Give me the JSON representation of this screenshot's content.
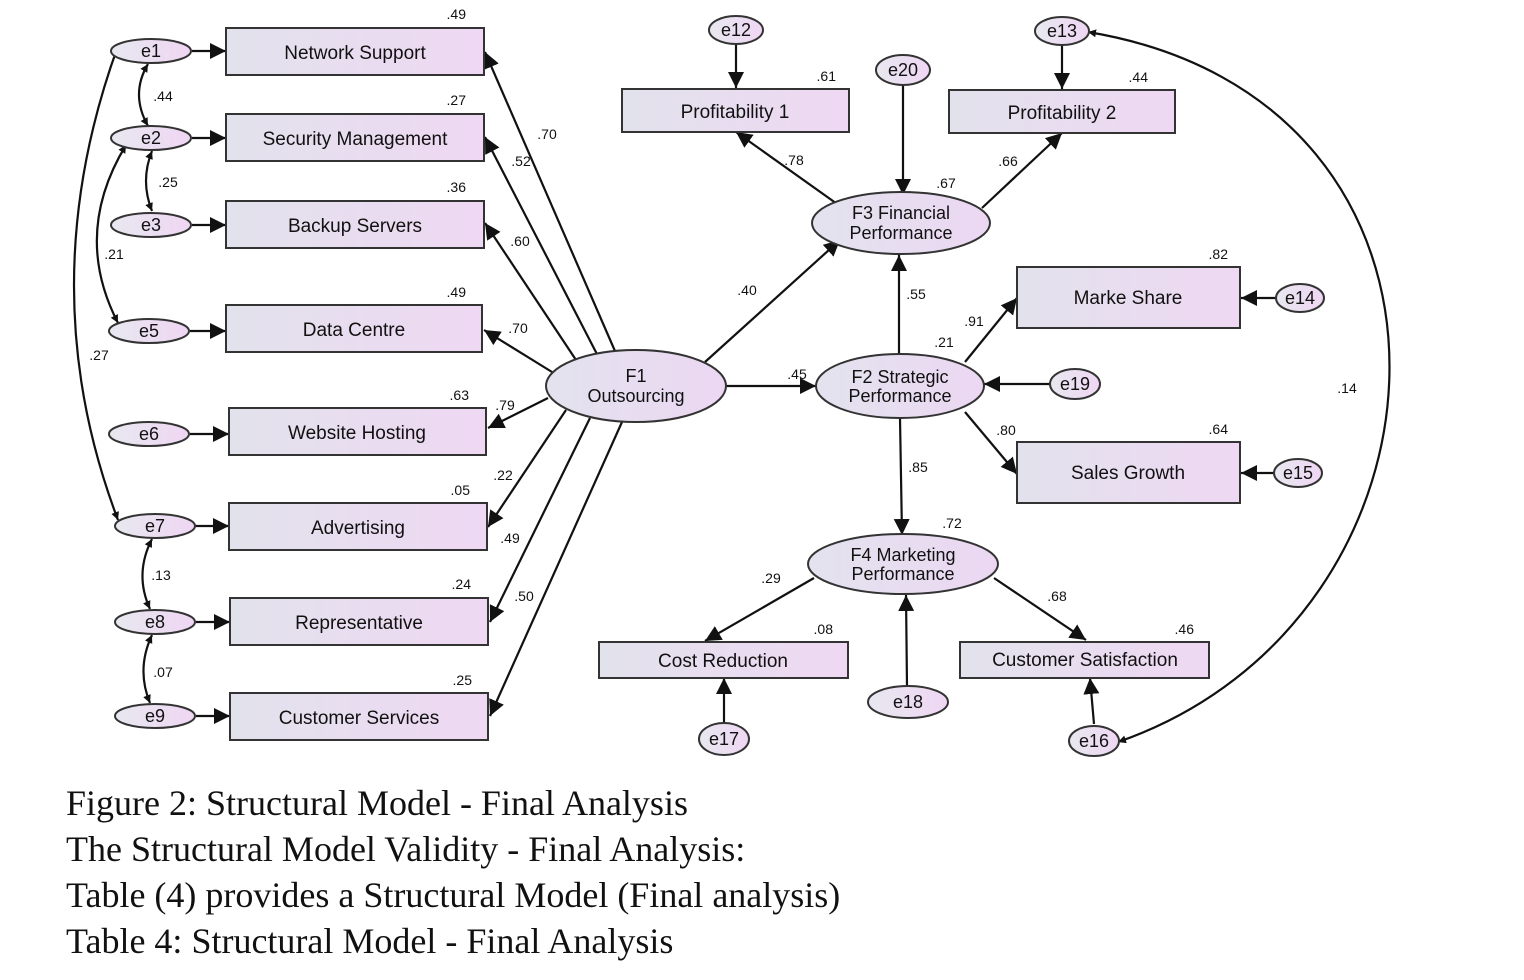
{
  "observed": {
    "network_support": {
      "label": "Network Support",
      "r2": ".49"
    },
    "security_management": {
      "label": "Security Management",
      "r2": ".27"
    },
    "backup_servers": {
      "label": "Backup Servers",
      "r2": ".36"
    },
    "data_centre": {
      "label": "Data Centre",
      "r2": ".49"
    },
    "website_hosting": {
      "label": "Website Hosting",
      "r2": ".63"
    },
    "advertising": {
      "label": "Advertising",
      "r2": ".05"
    },
    "representative": {
      "label": "Representative",
      "r2": ".24"
    },
    "customer_services": {
      "label": "Customer Services",
      "r2": ".25"
    },
    "profitability_1": {
      "label": "Profitability 1",
      "r2": ".61"
    },
    "profitability_2": {
      "label": "Profitability 2",
      "r2": ".44"
    },
    "marke_share": {
      "label": "Marke Share",
      "r2": ".82"
    },
    "sales_growth": {
      "label": "Sales Growth",
      "r2": ".64"
    },
    "cost_reduction": {
      "label": "Cost Reduction",
      "r2": ".08"
    },
    "customer_satisfaction": {
      "label": "Customer Satisfaction",
      "r2": ".46"
    }
  },
  "latent": {
    "f1": {
      "line1": "F1",
      "line2": "Outsourcing"
    },
    "f2": {
      "line1": "F2 Strategic",
      "line2": "Performance",
      "r2": ".21"
    },
    "f3": {
      "line1": "F3 Financial",
      "line2": "Performance",
      "r2": ".67"
    },
    "f4": {
      "line1": "F4 Marketing",
      "line2": "Performance",
      "r2": ".72"
    }
  },
  "errors": {
    "e1": "e1",
    "e2": "e2",
    "e3": "e3",
    "e5": "e5",
    "e6": "e6",
    "e7": "e7",
    "e8": "e8",
    "e9": "e9",
    "e12": "e12",
    "e13": "e13",
    "e14": "e14",
    "e15": "e15",
    "e16": "e16",
    "e17": "e17",
    "e18": "e18",
    "e19": "e19",
    "e20": "e20"
  },
  "loadings": {
    "network_support": ".70",
    "security_management": ".52",
    "backup_servers": ".60",
    "data_centre": ".70",
    "website_hosting": ".79",
    "advertising": ".22",
    "representative": ".49",
    "customer_services": ".50",
    "profitability_1": ".78",
    "profitability_2": ".66",
    "marke_share": ".91",
    "sales_growth": ".80",
    "cost_reduction": ".29",
    "customer_satisfaction": ".68"
  },
  "paths": {
    "f1_f3": ".40",
    "f1_f2": ".45",
    "f2_f3": ".55",
    "f2_f4": ".85"
  },
  "covariances": {
    "e1_e2": ".44",
    "e2_e3": ".25",
    "e2_e5": ".21",
    "e1_e7": ".27",
    "e7_e8": ".13",
    "e8_e9": ".07",
    "e13_e16": ".14"
  },
  "caption": {
    "line1": "Figure 2: Structural Model - Final Analysis",
    "line2": "The Structural Model Validity - Final Analysis:",
    "line3": "Table (4) provides a Structural Model (Final analysis)",
    "line4": "Table 4: Structural Model - Final Analysis"
  }
}
